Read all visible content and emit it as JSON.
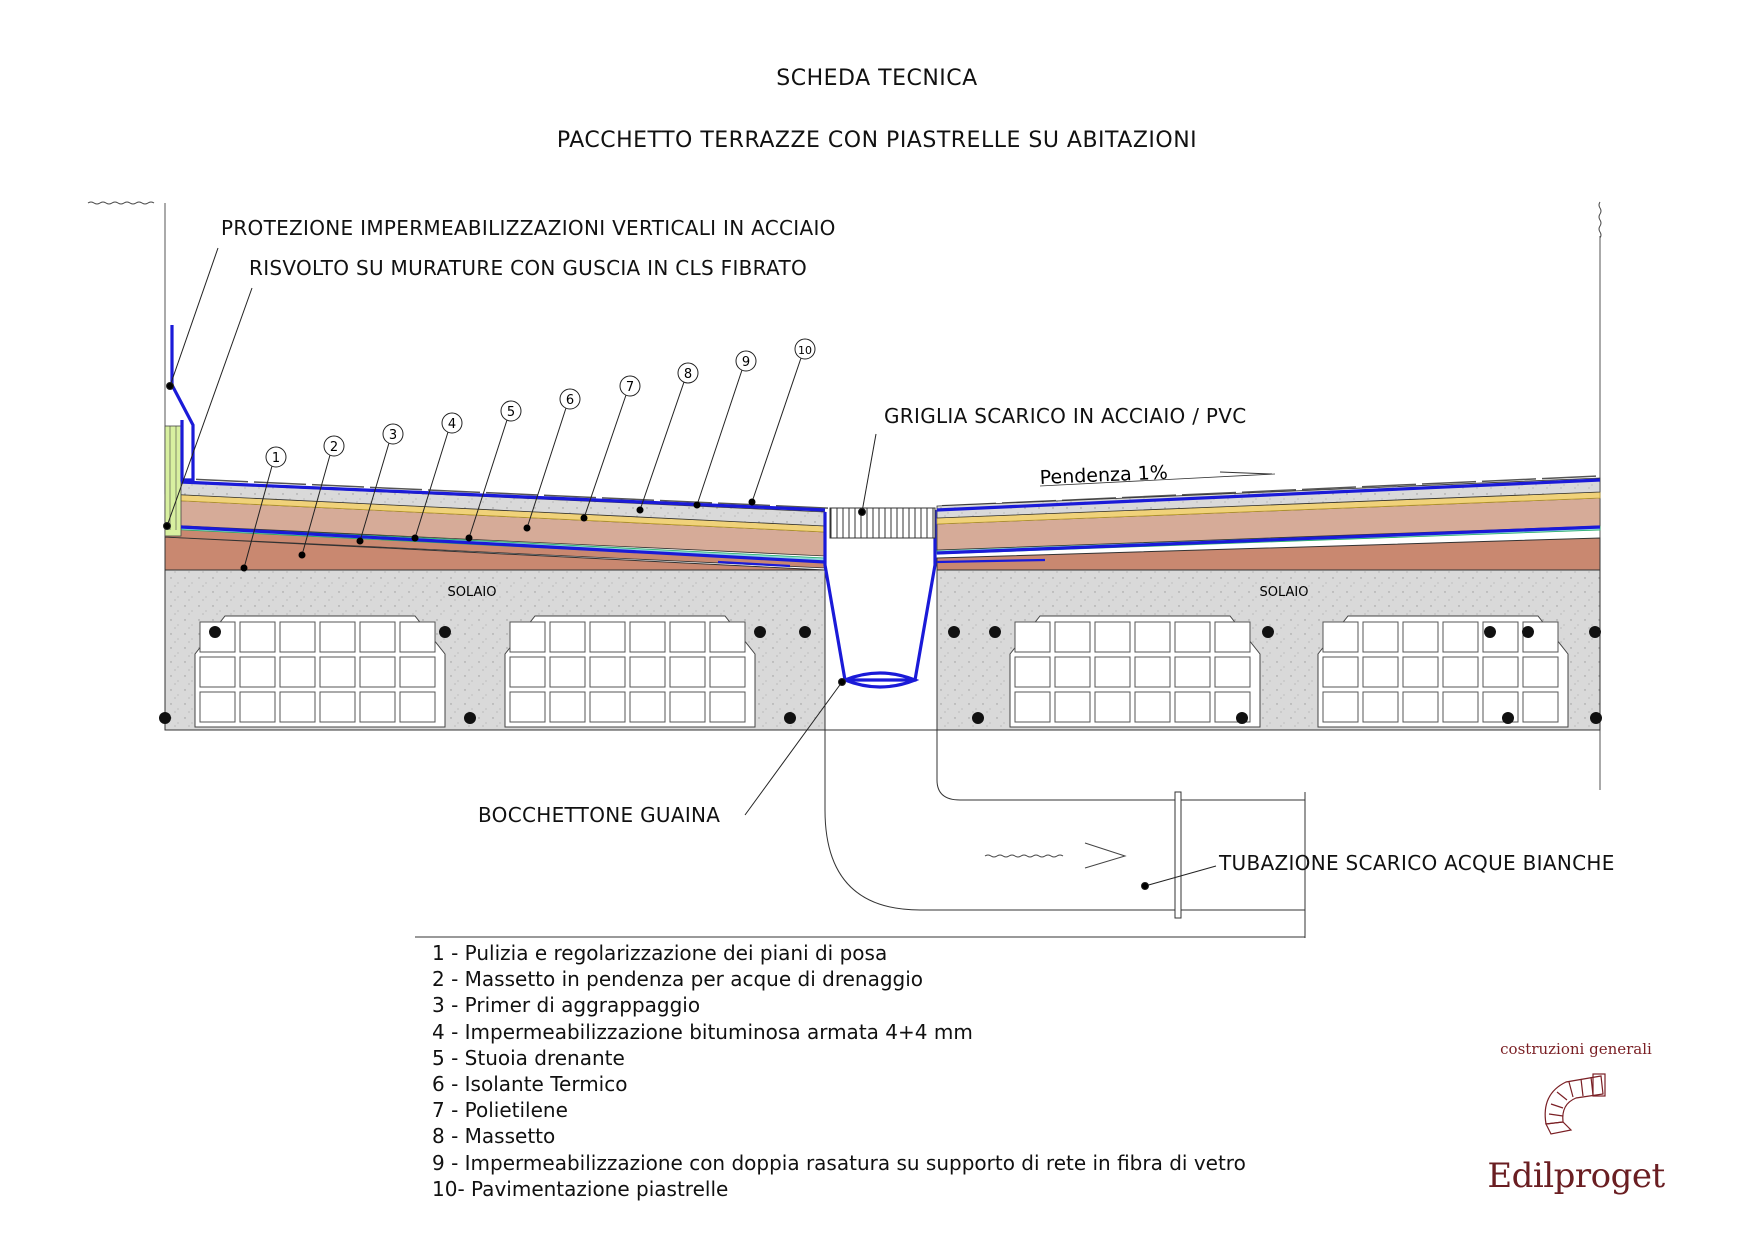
{
  "header": {
    "title": "SCHEDA TECNICA",
    "subtitle": "PACCHETTO TERRAZZE CON PIASTRELLE SU ABITAZIONI"
  },
  "callouts": {
    "protezione": "PROTEZIONE IMPERMEABILIZZAZIONI VERTICALI IN ACCIAIO",
    "risvolto": "RISVOLTO SU MURATURE CON GUSCIA IN CLS FIBRATO",
    "griglia": "GRIGLIA SCARICO IN ACCIAIO / PVC",
    "pendenza": "Pendenza 1%",
    "solaio_left": "SOLAIO",
    "solaio_right": "SOLAIO",
    "bocchettone": "BOCCHETTONE GUAINA",
    "tubazione": "TUBAZIONE SCARICO ACQUE BIANCHE"
  },
  "layer_numbers": [
    "1",
    "2",
    "3",
    "4",
    "5",
    "6",
    "7",
    "8",
    "9",
    "10"
  ],
  "legend": [
    "1 - Pulizia e regolarizzazione dei piani di posa",
    "2 - Massetto in pendenza per acque di drenaggio",
    "3 - Primer di aggrappaggio",
    "4 - Impermeabilizzazione bituminosa armata 4+4 mm",
    "5 - Stuoia drenante",
    "6 - Isolante Termico",
    "7 - Polietilene",
    "8 - Massetto",
    "9 - Impermeabilizzazione con doppia rasatura su supporto di rete in fibra di vetro",
    "10- Pavimentazione piastrelle"
  ],
  "logo": {
    "tagline": "costruzioni generali",
    "name": "Edilproget"
  },
  "colors": {
    "membrane": "#1a1ad8",
    "concrete": "#d9d9d9",
    "screed_slope": "#c98870",
    "insulation": "#d6ab98",
    "polyethylene": "#f0d27a",
    "drainage_mat": "#8fd8d8",
    "brand": "#7a1f24"
  }
}
